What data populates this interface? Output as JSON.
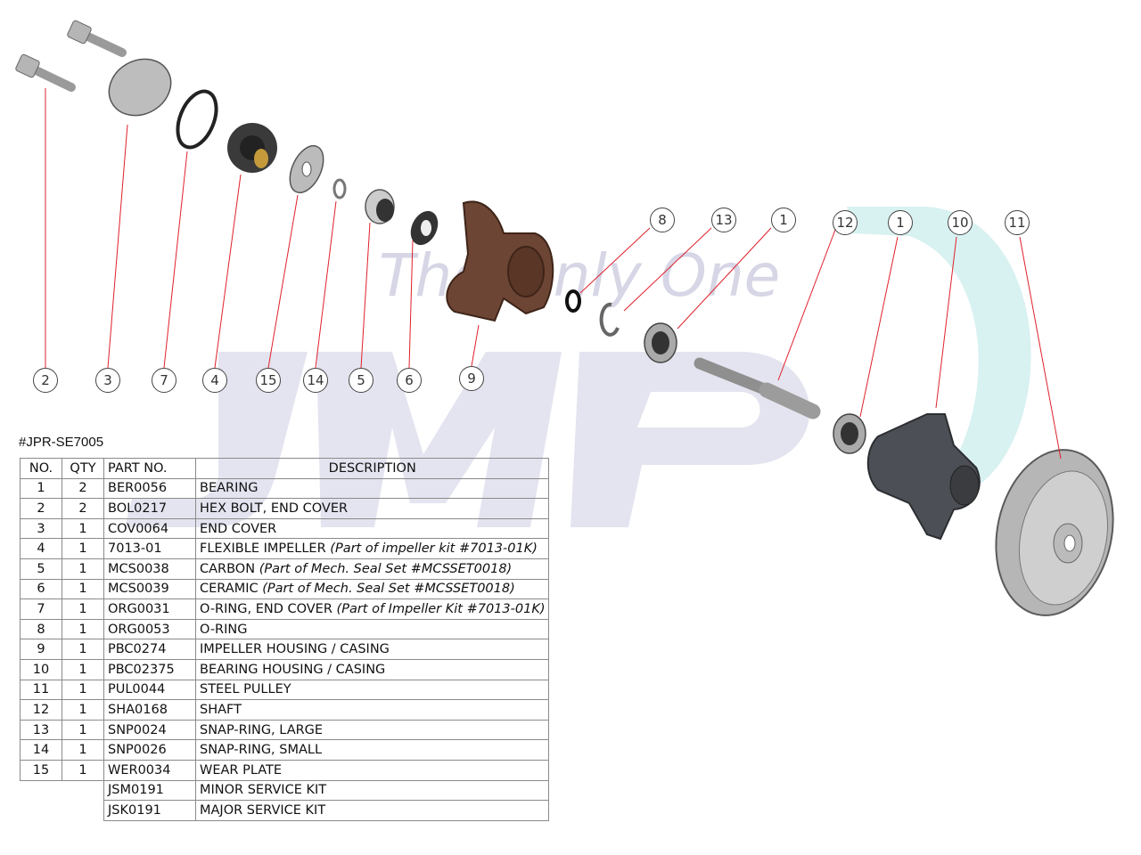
{
  "watermark": {
    "text": "The Only One",
    "logo_letters": "JMP",
    "colors": {
      "logo": "#e4e4f0",
      "accent": "#d8f1f1",
      "text": "#d6d6e6"
    }
  },
  "part_code": "#JPR-SE7005",
  "callouts": [
    "2",
    "3",
    "7",
    "4",
    "15",
    "14",
    "5",
    "6",
    "9",
    "8",
    "13",
    "1",
    "12",
    "1",
    "10",
    "11"
  ],
  "table": {
    "headers": {
      "no": "NO.",
      "qty": "QTY",
      "part_no": "PART NO.",
      "description": "DESCRIPTION"
    },
    "rows": [
      {
        "no": "1",
        "qty": "2",
        "part_no": "BER0056",
        "description": "BEARING",
        "note": ""
      },
      {
        "no": "2",
        "qty": "2",
        "part_no": "BOL0217",
        "description": "HEX BOLT, END COVER",
        "note": ""
      },
      {
        "no": "3",
        "qty": "1",
        "part_no": "COV0064",
        "description": "END COVER",
        "note": ""
      },
      {
        "no": "4",
        "qty": "1",
        "part_no": "7013-01",
        "description": "FLEXIBLE IMPELLER",
        "note": "(Part of impeller kit #7013-01K)"
      },
      {
        "no": "5",
        "qty": "1",
        "part_no": "MCS0038",
        "description": "CARBON",
        "note": "(Part of Mech. Seal Set #MCSSET0018)"
      },
      {
        "no": "6",
        "qty": "1",
        "part_no": "MCS0039",
        "description": "CERAMIC",
        "note": "(Part of Mech. Seal Set #MCSSET0018)"
      },
      {
        "no": "7",
        "qty": "1",
        "part_no": "ORG0031",
        "description": "O-RING, END COVER",
        "note": "(Part of Impeller Kit #7013-01K)"
      },
      {
        "no": "8",
        "qty": "1",
        "part_no": "ORG0053",
        "description": "O-RING",
        "note": ""
      },
      {
        "no": "9",
        "qty": "1",
        "part_no": "PBC0274",
        "description": "IMPELLER HOUSING / CASING",
        "note": ""
      },
      {
        "no": "10",
        "qty": "1",
        "part_no": "PBC02375",
        "description": "BEARING HOUSING / CASING",
        "note": ""
      },
      {
        "no": "11",
        "qty": "1",
        "part_no": "PUL0044",
        "description": "STEEL PULLEY",
        "note": ""
      },
      {
        "no": "12",
        "qty": "1",
        "part_no": "SHA0168",
        "description": "SHAFT",
        "note": ""
      },
      {
        "no": "13",
        "qty": "1",
        "part_no": "SNP0024",
        "description": "SNAP-RING, LARGE",
        "note": ""
      },
      {
        "no": "14",
        "qty": "1",
        "part_no": "SNP0026",
        "description": "SNAP-RING, SMALL",
        "note": ""
      },
      {
        "no": "15",
        "qty": "1",
        "part_no": "WER0034",
        "description": "WEAR PLATE",
        "note": ""
      }
    ],
    "kits": [
      {
        "part_no": "JSM0191",
        "description": "MINOR SERVICE KIT"
      },
      {
        "part_no": "JSK0191",
        "description": "MAJOR SERVICE KIT"
      }
    ]
  }
}
